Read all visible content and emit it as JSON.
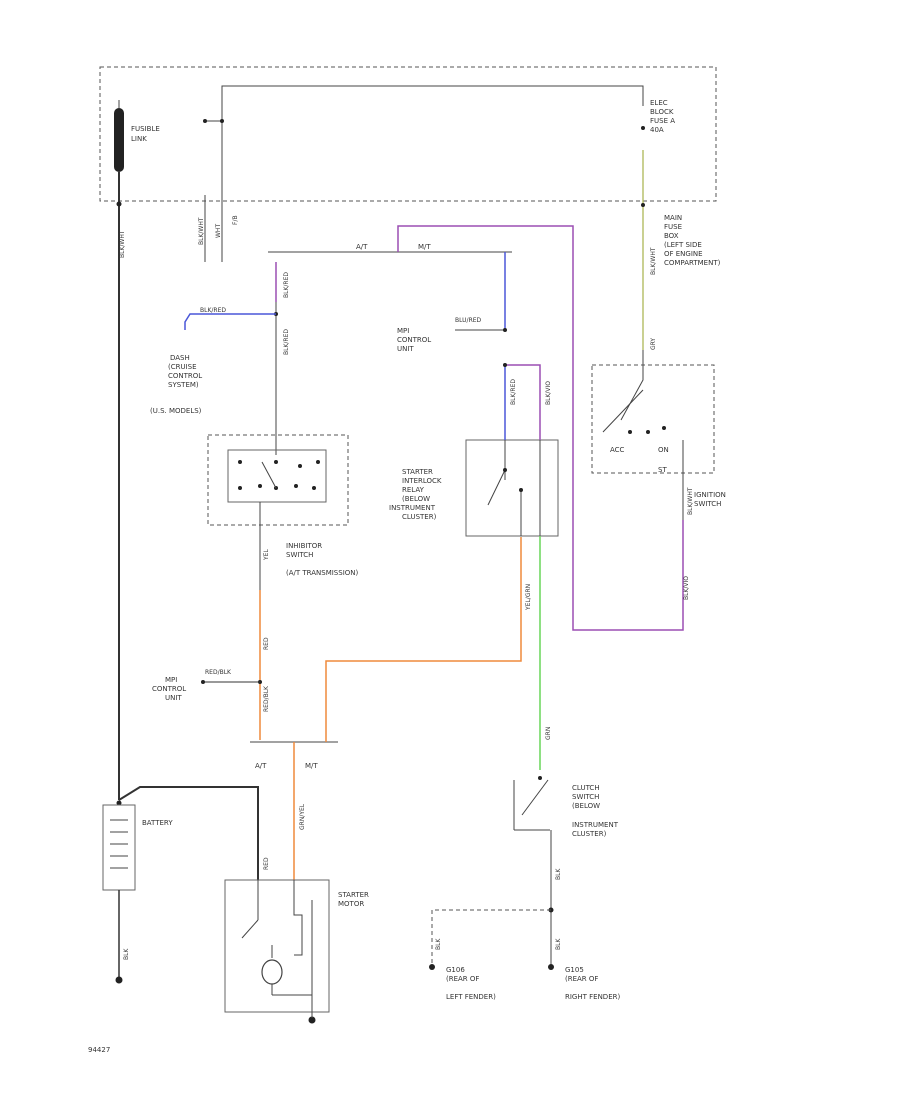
{
  "labels": {
    "fusible_link": [
      "FUSIBLE",
      "LINK"
    ],
    "fuse_block": [
      "ELEC",
      "BLOCK",
      "FUSE A",
      "40A"
    ],
    "fuse_box": [
      "MAIN",
      "FUSE",
      "BOX",
      "(LEFT SIDE",
      "OF ENGINE",
      "COMPARTMENT)"
    ],
    "cruise": [
      "DASH",
      "(CRUISE",
      "CONTROL",
      "SYSTEM)",
      "(U.S. MODELS)"
    ],
    "mpi_upper": [
      "MPI",
      "CONTROL",
      "UNIT"
    ],
    "interlock": [
      "STARTER",
      "INTERLOCK",
      "RELAY",
      "(BELOW",
      "INSTRUMENT",
      "CLUSTER)"
    ],
    "ignition_switch": [
      "IGNITION",
      "SWITCH"
    ],
    "acc": "ACC",
    "on": "ON",
    "st": "ST",
    "inhibitor": [
      "INHIBITOR",
      "SWITCH",
      "(A/T TRANSMISSION)"
    ],
    "mpi_lower": [
      "MPI",
      "CONTROL",
      "UNIT"
    ],
    "at_lower": "A/T",
    "mt_lower": "M/T",
    "at_upper": "A/T",
    "mt_upper": "M/T",
    "battery": "BATTERY",
    "starter": [
      "STARTER",
      "MOTOR"
    ],
    "clutch": [
      "CLUTCH",
      "SWITCH",
      "(BELOW",
      "INSTRUMENT",
      "CLUSTER)"
    ],
    "ground_left": [
      "G106",
      "(REAR OF",
      "LEFT FENDER)"
    ],
    "ground_right": [
      "G105",
      "(REAR OF",
      "RIGHT FENDER)"
    ],
    "code": "94427"
  },
  "wires": {
    "blk_wht_fuse": "BLK/WHT",
    "wht_fuse": "WHT",
    "red_fuse": "F/B",
    "blk_wht_main": "BLK/WHT",
    "gry_main": "GRY",
    "blk_wht_left": "BLK/WHT",
    "blk_red_upper": "BLK/RED",
    "blk_red_lower": "BLK/RED",
    "blk_cruise": "BLK/RED",
    "blk_mpi": "BLU/RED",
    "blu_red": "BLU/RED",
    "blk_red_relay": "BLK/RED",
    "blk_wht_ign": "BLK/WHT",
    "blk_vio": "BLK/VIO",
    "yel_inh": "YEL",
    "red_inh": "RED",
    "red_lower": "RED/BLK",
    "red_mpi": "RED/BLK",
    "yel_grn": "YEL/GRN",
    "grn_wht": "GRN/YEL",
    "blk_st": "BLK",
    "grn_clutch": "GRN",
    "blk_clutch": "BLK",
    "blk_ground_l": "BLK",
    "blk_ground_r": "BLK",
    "red_batt": "RED"
  }
}
